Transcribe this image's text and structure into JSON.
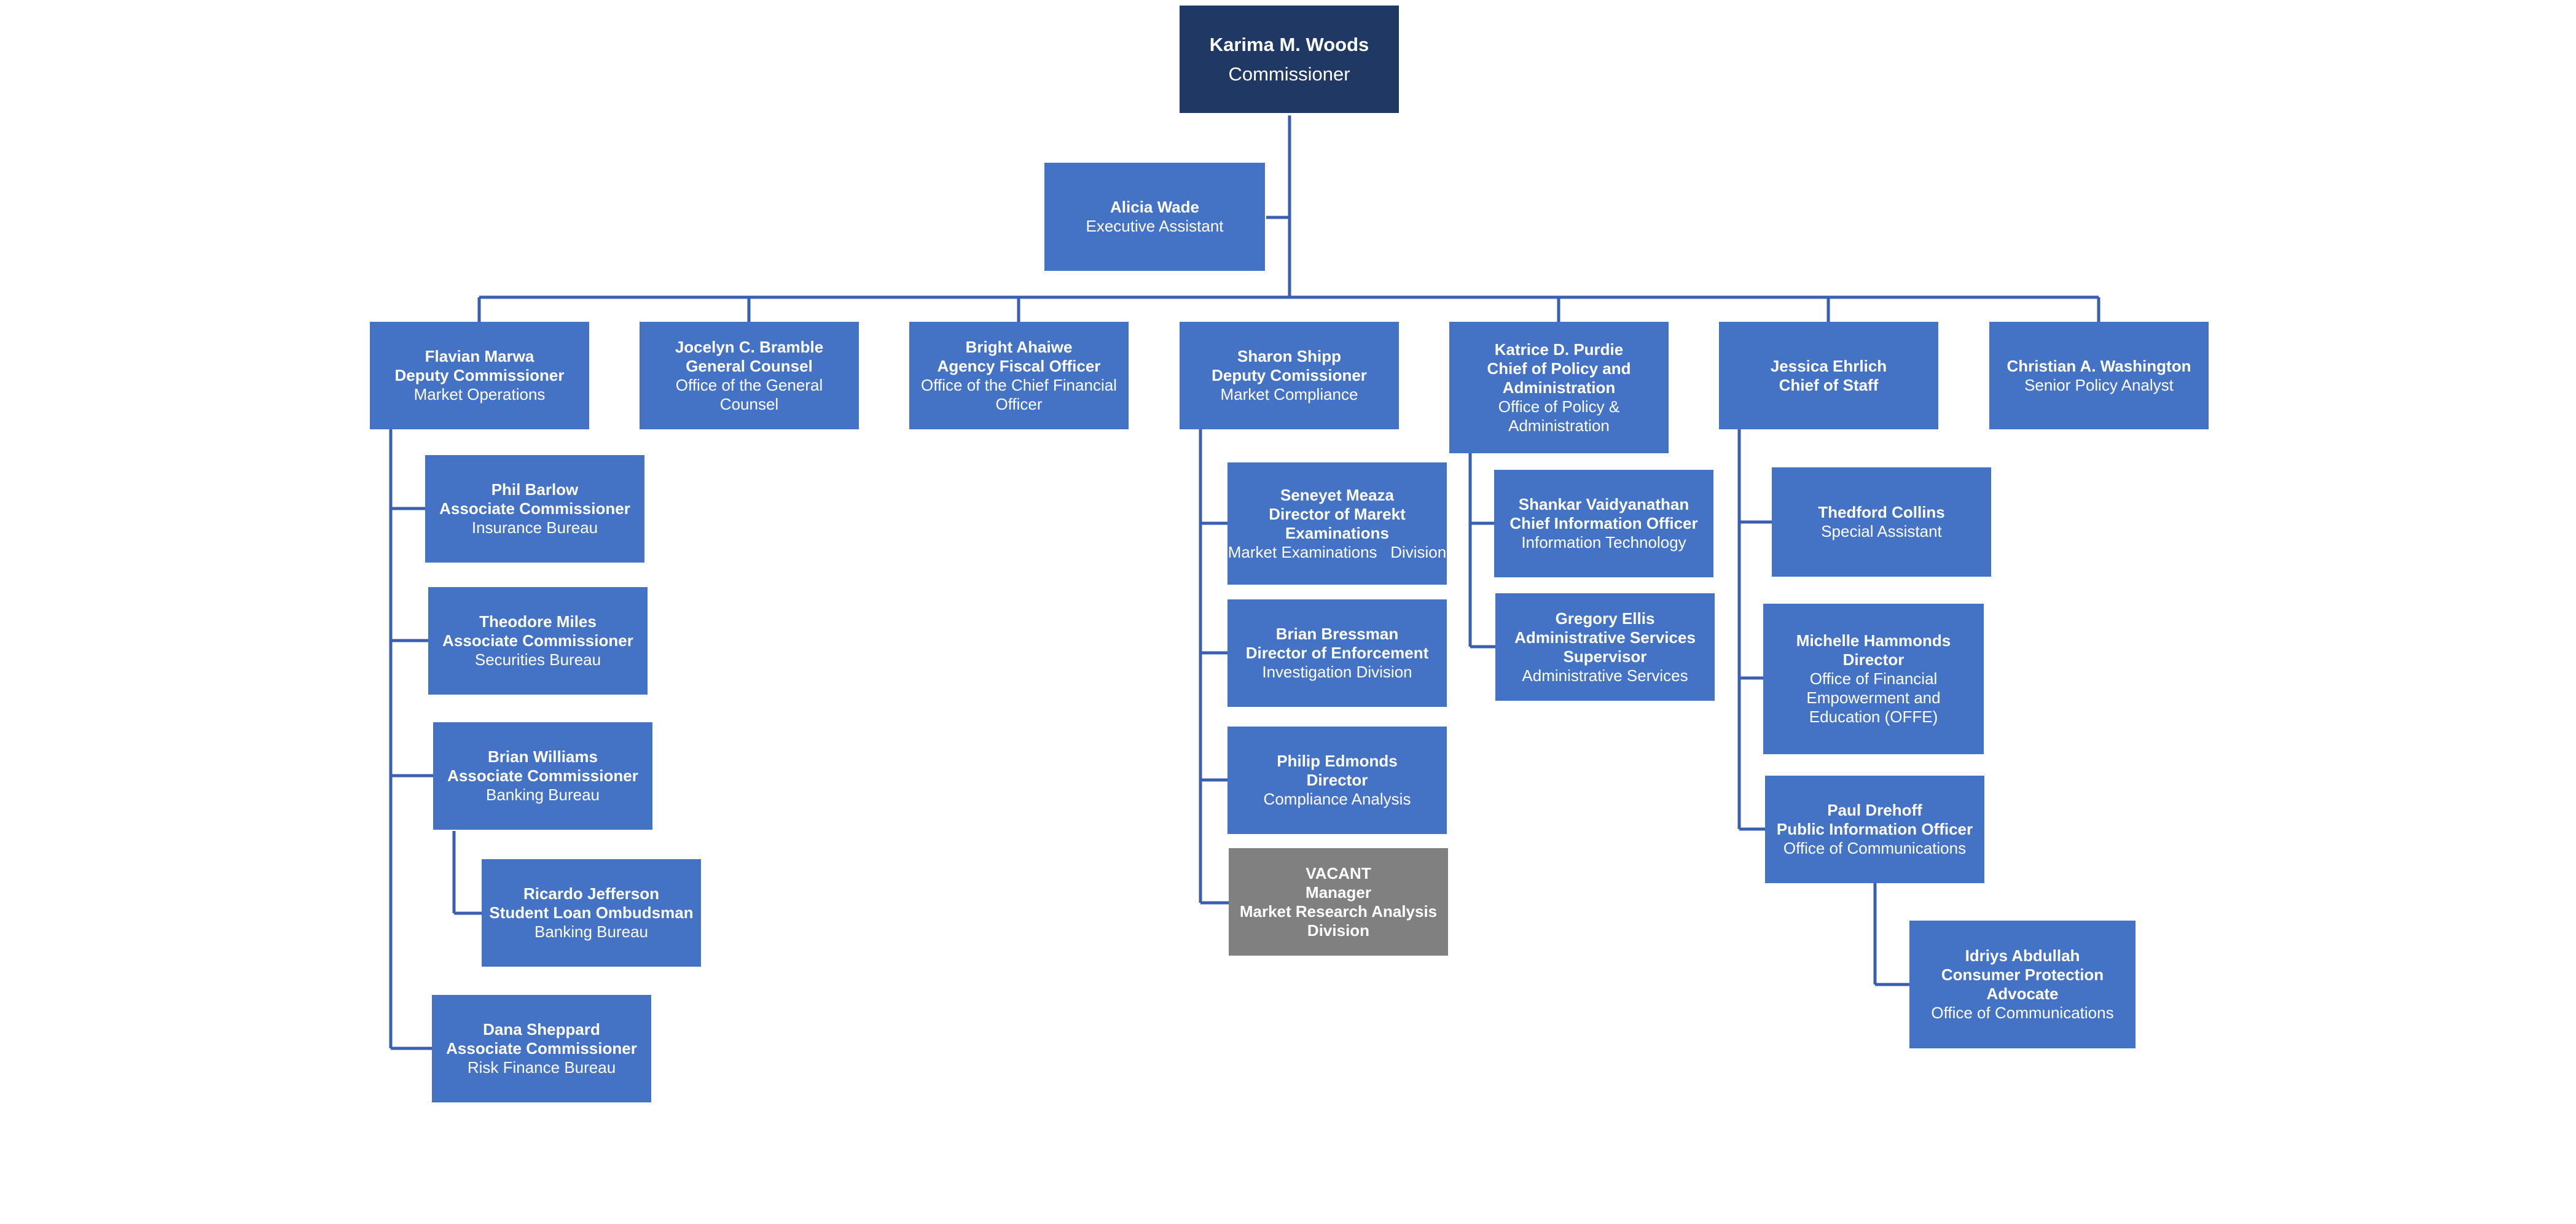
{
  "org": {
    "top": {
      "name": "Karima M. Woods",
      "title": "Commissioner",
      "unit": ""
    },
    "assistant": {
      "name": "Alicia Wade",
      "title": "",
      "unit": "Executive Assistant"
    },
    "market_operations": {
      "name": "Flavian Marwa",
      "title": "Deputy Commissioner",
      "unit": "Market Operations"
    },
    "general_counsel": {
      "name": "Jocelyn C. Bramble",
      "title": "General Counsel",
      "unit": "Office of the General Counsel"
    },
    "cfo": {
      "name": "Bright Ahaiwe",
      "title": "Agency Fiscal Officer",
      "unit": "Office of the Chief Financial Officer"
    },
    "market_compliance": {
      "name": "Sharon Shipp",
      "title": "Deputy Comissioner",
      "unit": "Market Compliance"
    },
    "policy_admin": {
      "name": "Katrice D. Purdie",
      "title": "Chief of Policy and Administration",
      "unit": "Office of Policy & Administration"
    },
    "chief_of_staff": {
      "name": "Jessica Ehrlich",
      "title": "Chief of Staff",
      "unit": ""
    },
    "policy_analyst": {
      "name": "Christian A. Washington",
      "title": "",
      "unit": "Senior Policy Analyst"
    },
    "insurance": {
      "name": "Phil Barlow",
      "title": "Associate Commissioner",
      "unit": "Insurance Bureau"
    },
    "securities": {
      "name": "Theodore Miles",
      "title": "Associate Commissioner",
      "unit": "Securities Bureau"
    },
    "banking": {
      "name": "Brian Williams",
      "title": "Associate Commissioner",
      "unit": "Banking Bureau"
    },
    "student_loan": {
      "name": "Ricardo Jefferson",
      "title": "Student Loan Ombudsman",
      "unit": "Banking Bureau"
    },
    "risk_finance": {
      "name": "Dana Sheppard",
      "title": "Associate Commissioner",
      "unit": "Risk Finance Bureau"
    },
    "examinations": {
      "name": "Seneyet Meaza",
      "title": "Director of Marekt Examinations",
      "unit": "Market Examinations   Division"
    },
    "enforcement": {
      "name": "Brian Bressman",
      "title": "Director of Enforcement",
      "unit": "Investigation Division"
    },
    "compliance_analysis": {
      "name": "Philip Edmonds",
      "title": "Director",
      "unit": "Compliance Analysis"
    },
    "research": {
      "name": "VACANT",
      "title": "Manager",
      "unit": "Market Research Analysis Division"
    },
    "it": {
      "name": "Shankar Vaidyanathan",
      "title": "Chief Information Officer",
      "unit": "Information Technology"
    },
    "admin_services": {
      "name": "Gregory Ellis",
      "title": "Administrative Services Supervisor",
      "unit": "Administrative Services"
    },
    "special_assistant": {
      "name": "Thedford Collins",
      "title": "",
      "unit": "Special Assistant"
    },
    "offe": {
      "name": "Michelle Hammonds",
      "title": "Director",
      "unit": "Office of Financial Empowerment and Education (OFFE)"
    },
    "communications": {
      "name": "Paul Drehoff",
      "title": "Public Information Officer",
      "unit": "Office of Communications"
    },
    "consumer_protection": {
      "name": "Idriys Abdullah",
      "title": "Consumer Protection Advocate",
      "unit": "Office of Communications"
    }
  }
}
